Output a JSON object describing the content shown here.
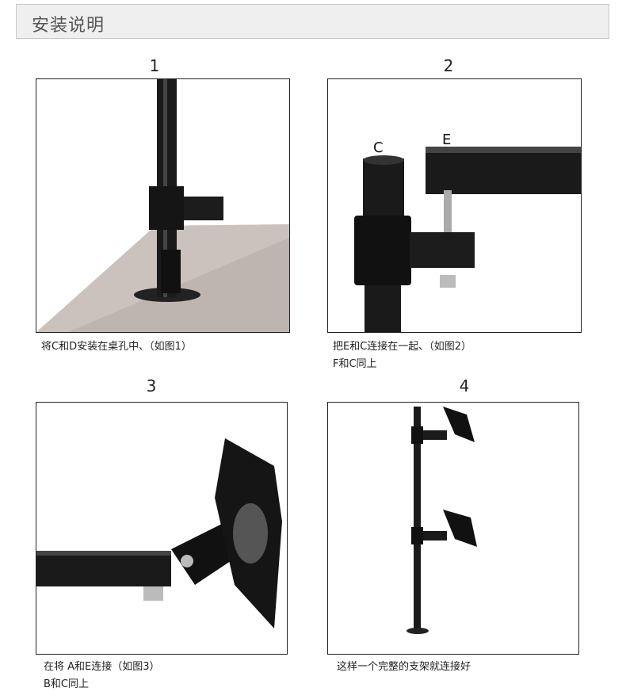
{
  "header": {
    "title": "安装说明"
  },
  "steps": [
    {
      "number": "1",
      "caption": [
        "将C和D安装在桌孔中、（如图1）"
      ]
    },
    {
      "number": "2",
      "caption": [
        "把E和C连接在一起、（如图2）",
        "F和C同上"
      ],
      "labels": [
        "C",
        "E"
      ]
    },
    {
      "number": "3",
      "caption": [
        "在将 A和E连接（如图3）",
        "B和C同上"
      ]
    },
    {
      "number": "4",
      "caption": [
        "这样一个完整的支架就连接好"
      ]
    }
  ]
}
